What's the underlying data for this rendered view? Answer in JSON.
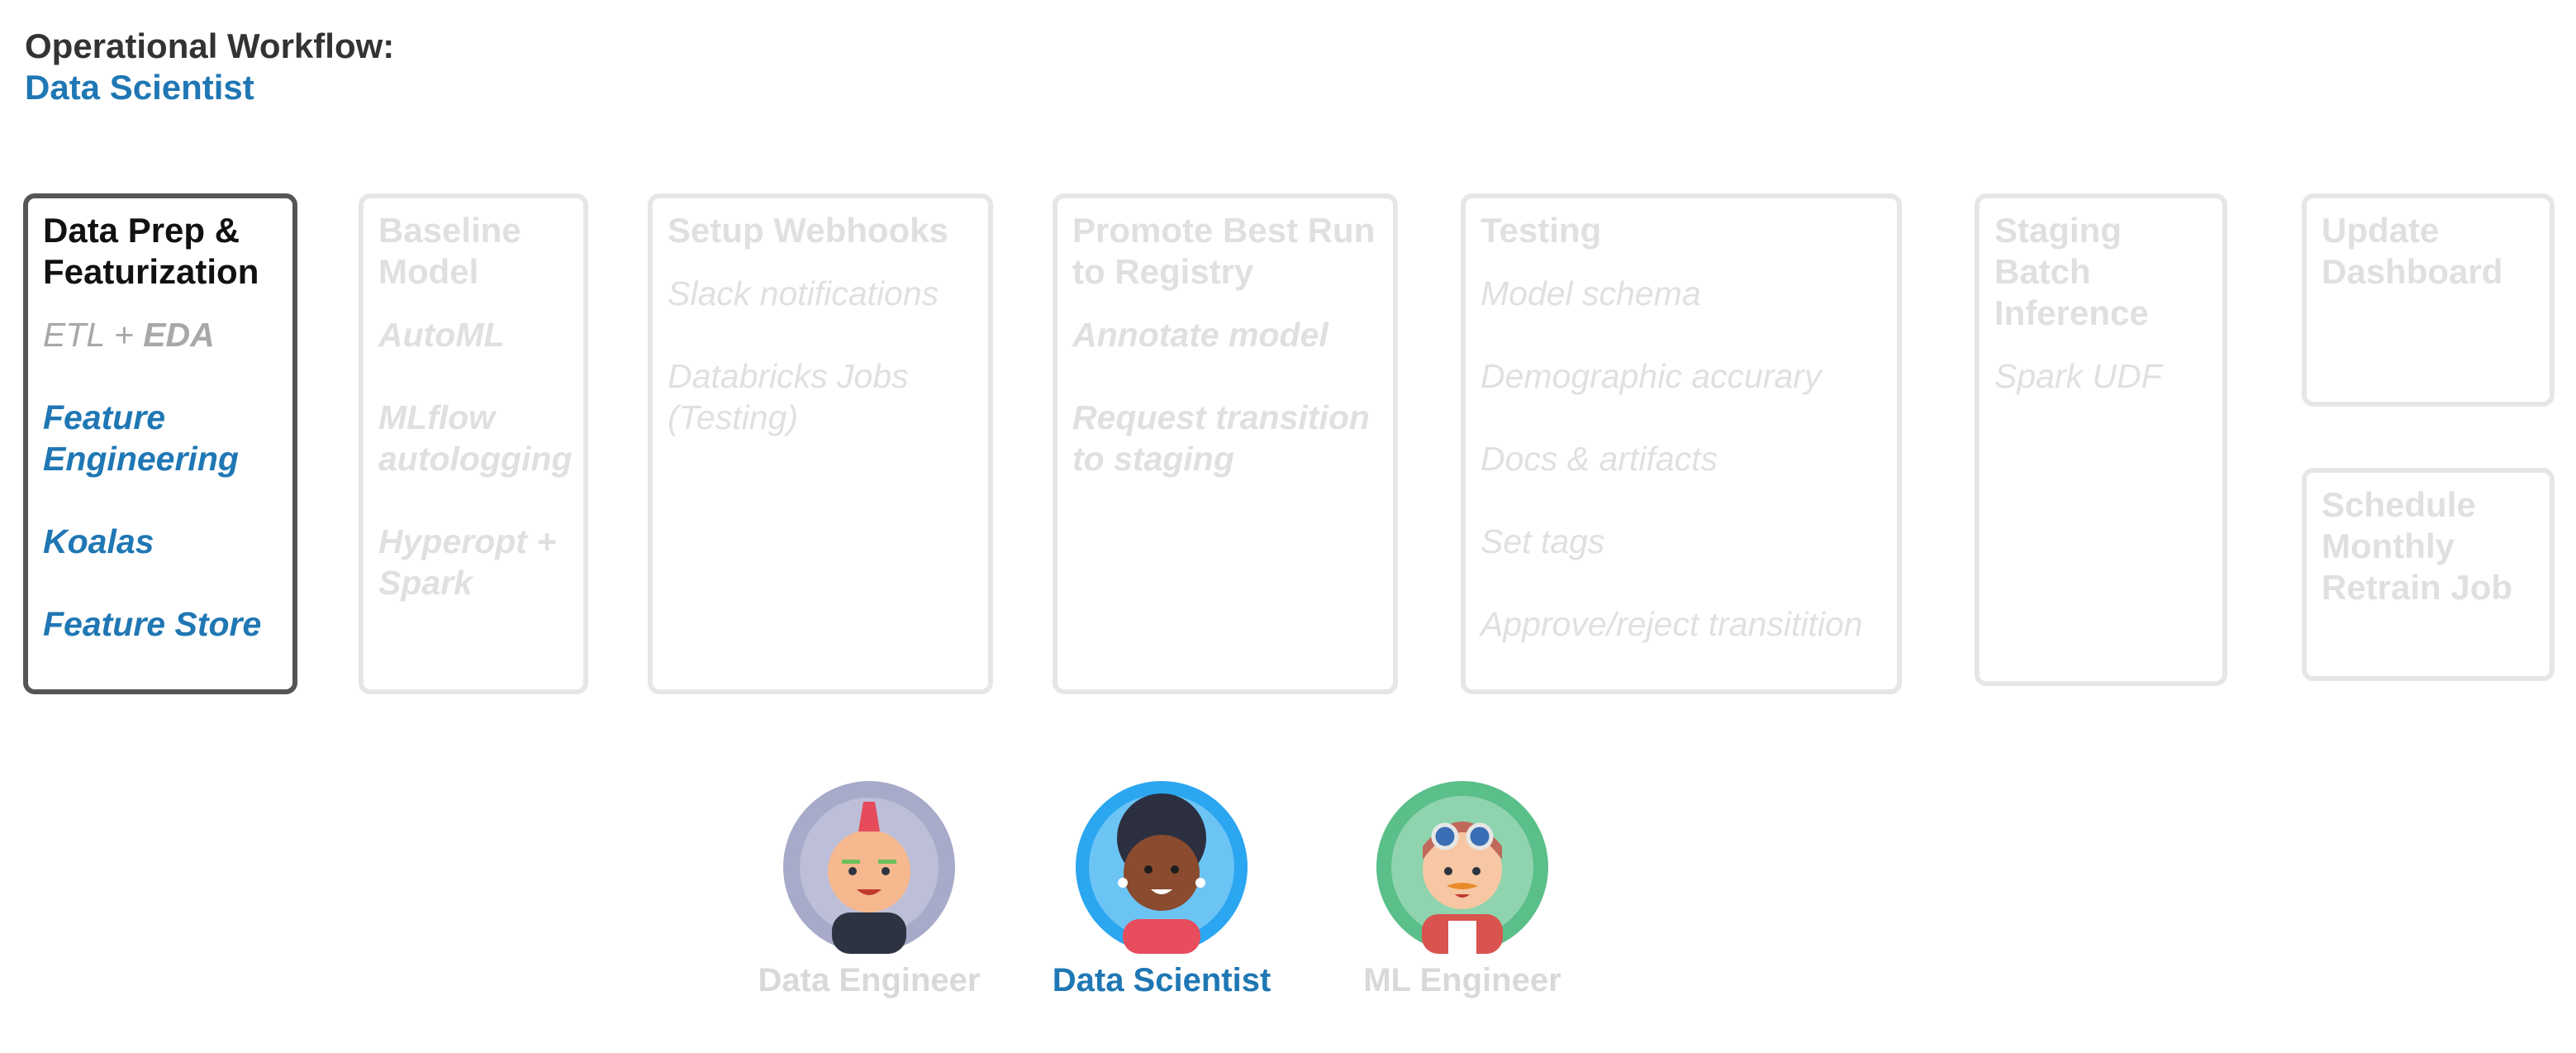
{
  "header": {
    "title": "Operational Workflow:",
    "subtitle": "Data Scientist"
  },
  "steps": [
    {
      "title": "Data Prep & Featurization",
      "items": [
        {
          "plain": "ETL + ",
          "bold": "EDA"
        },
        {
          "text": "Feature Engineering"
        },
        {
          "text": "Koalas"
        },
        {
          "text": "Feature Store"
        }
      ]
    },
    {
      "title": "Baseline Model",
      "items": [
        {
          "text": "AutoML"
        },
        {
          "text": "MLflow autologging"
        },
        {
          "text": "Hyperopt + Spark"
        }
      ]
    },
    {
      "title": "Setup Webhooks",
      "items": [
        {
          "text": "Slack notifications"
        },
        {
          "text": "Databricks Jobs (Testing)"
        }
      ]
    },
    {
      "title": "Promote Best Run to Registry",
      "items": [
        {
          "text": "Annotate model"
        },
        {
          "text": "Request transition to staging"
        }
      ]
    },
    {
      "title": "Testing",
      "items": [
        {
          "text": "Model schema"
        },
        {
          "text": "Demographic accurary"
        },
        {
          "text": "Docs & artifacts"
        },
        {
          "text": "Set tags"
        },
        {
          "text": "Approve/reject transitition"
        }
      ]
    },
    {
      "title": "Staging Batch Inference",
      "items": [
        {
          "text": "Spark UDF"
        }
      ]
    },
    {
      "title": "Update Dashboard",
      "items": []
    },
    {
      "title": "Schedule Monthly Retrain Job",
      "items": []
    }
  ],
  "personas": [
    {
      "name": "Data Engineer"
    },
    {
      "name": "Data Scientist"
    },
    {
      "name": "ML Engineer"
    }
  ],
  "colors": {
    "accent": "#1f77b4",
    "active_border": "#555555",
    "inactive": "#e0e0e0"
  }
}
